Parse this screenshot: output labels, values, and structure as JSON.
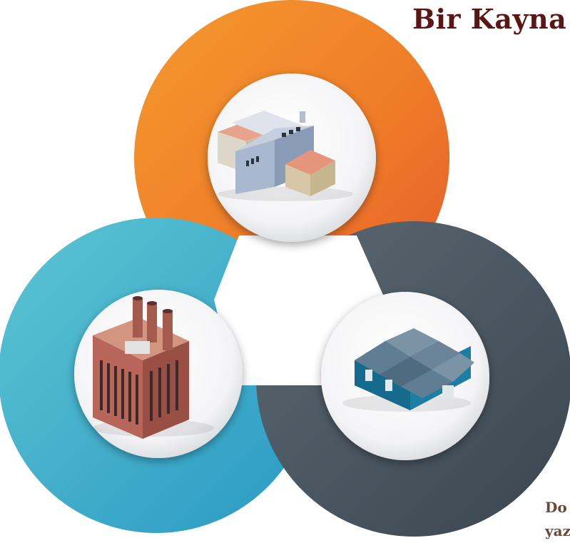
{
  "title": "Bir Kayna",
  "caption_line1": "Do",
  "caption_line2": "yaz",
  "colors": {
    "orange_ring": "#f07a2b",
    "teal_ring": "#3fb2c8",
    "slate_ring": "#4b5863",
    "title": "#5b1515",
    "caption": "#6b4a3a"
  },
  "icons": [
    "factory-building-icon",
    "industrial-plant-icon",
    "warehouse-icon"
  ]
}
